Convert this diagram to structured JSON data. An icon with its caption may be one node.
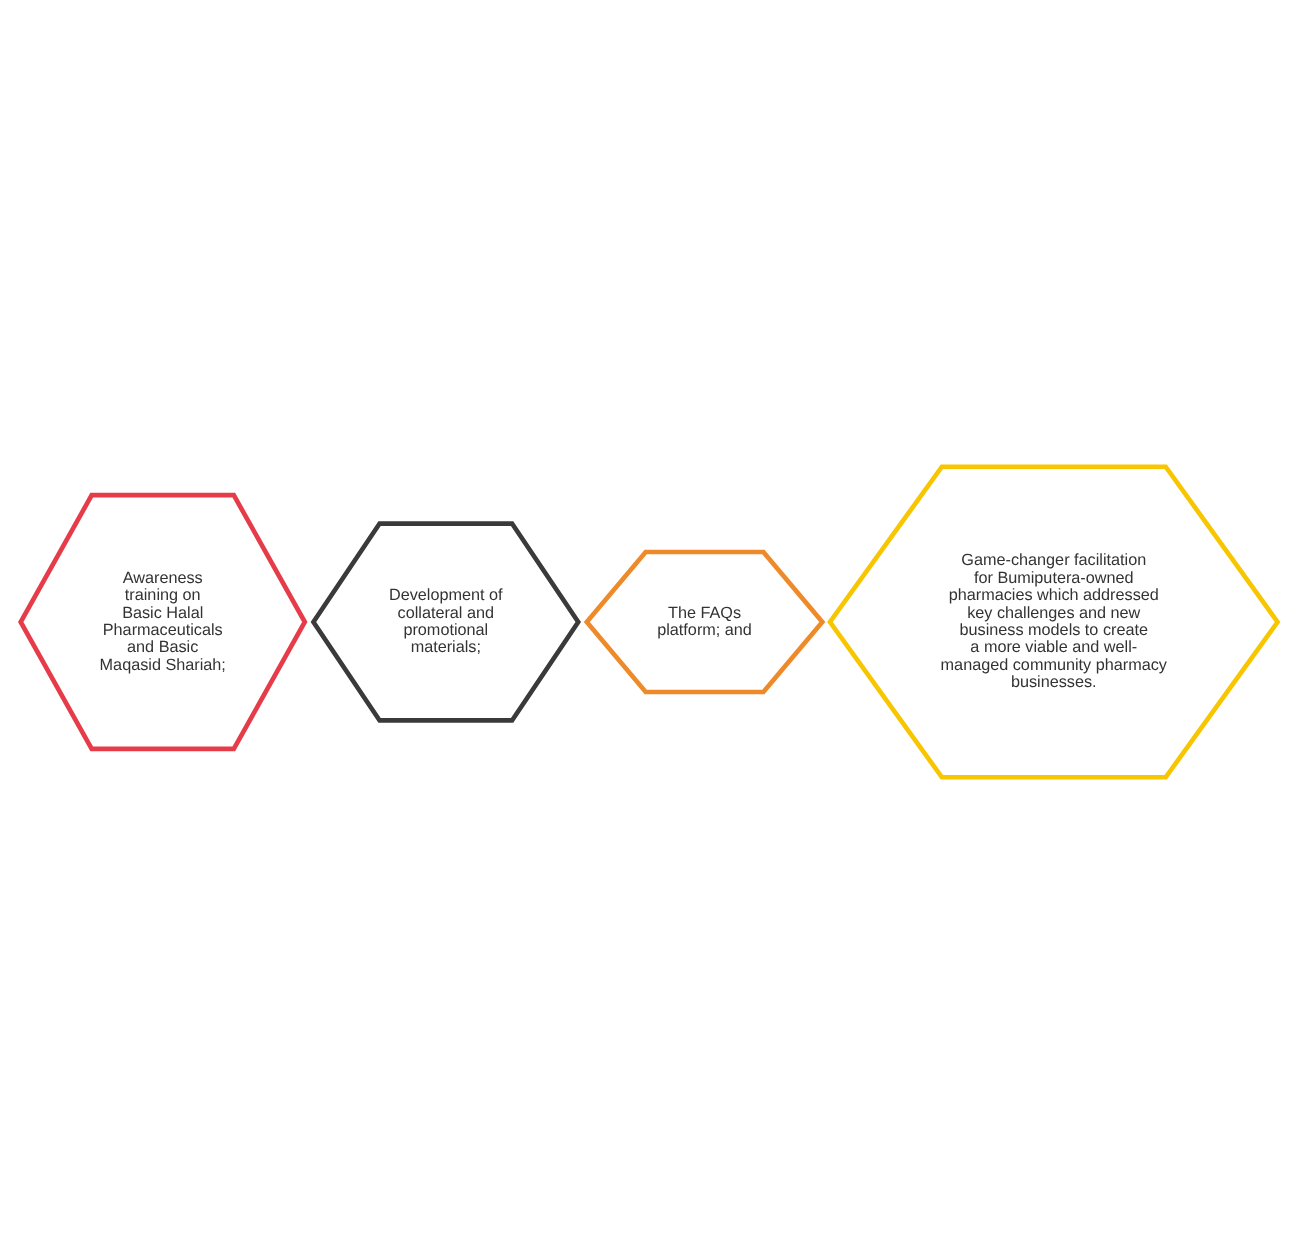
{
  "diagram": {
    "nodes": [
      {
        "text": [
          "Awareness training on Basic Halal Pharmaceuticals and Basic Maqasid Shariah;"
        ]
      },
      {
        "text": [
          "Development of collateral and promotional materials;"
        ]
      },
      {
        "text": [
          "The FAQs platform; and"
        ]
      },
      {
        "text": [
          "Game-changer facilitation for Bumiputera-owned pharmacies which addressed key challenges and new business models to create a more viable and well-managed community pharmacy businesses."
        ]
      }
    ]
  }
}
